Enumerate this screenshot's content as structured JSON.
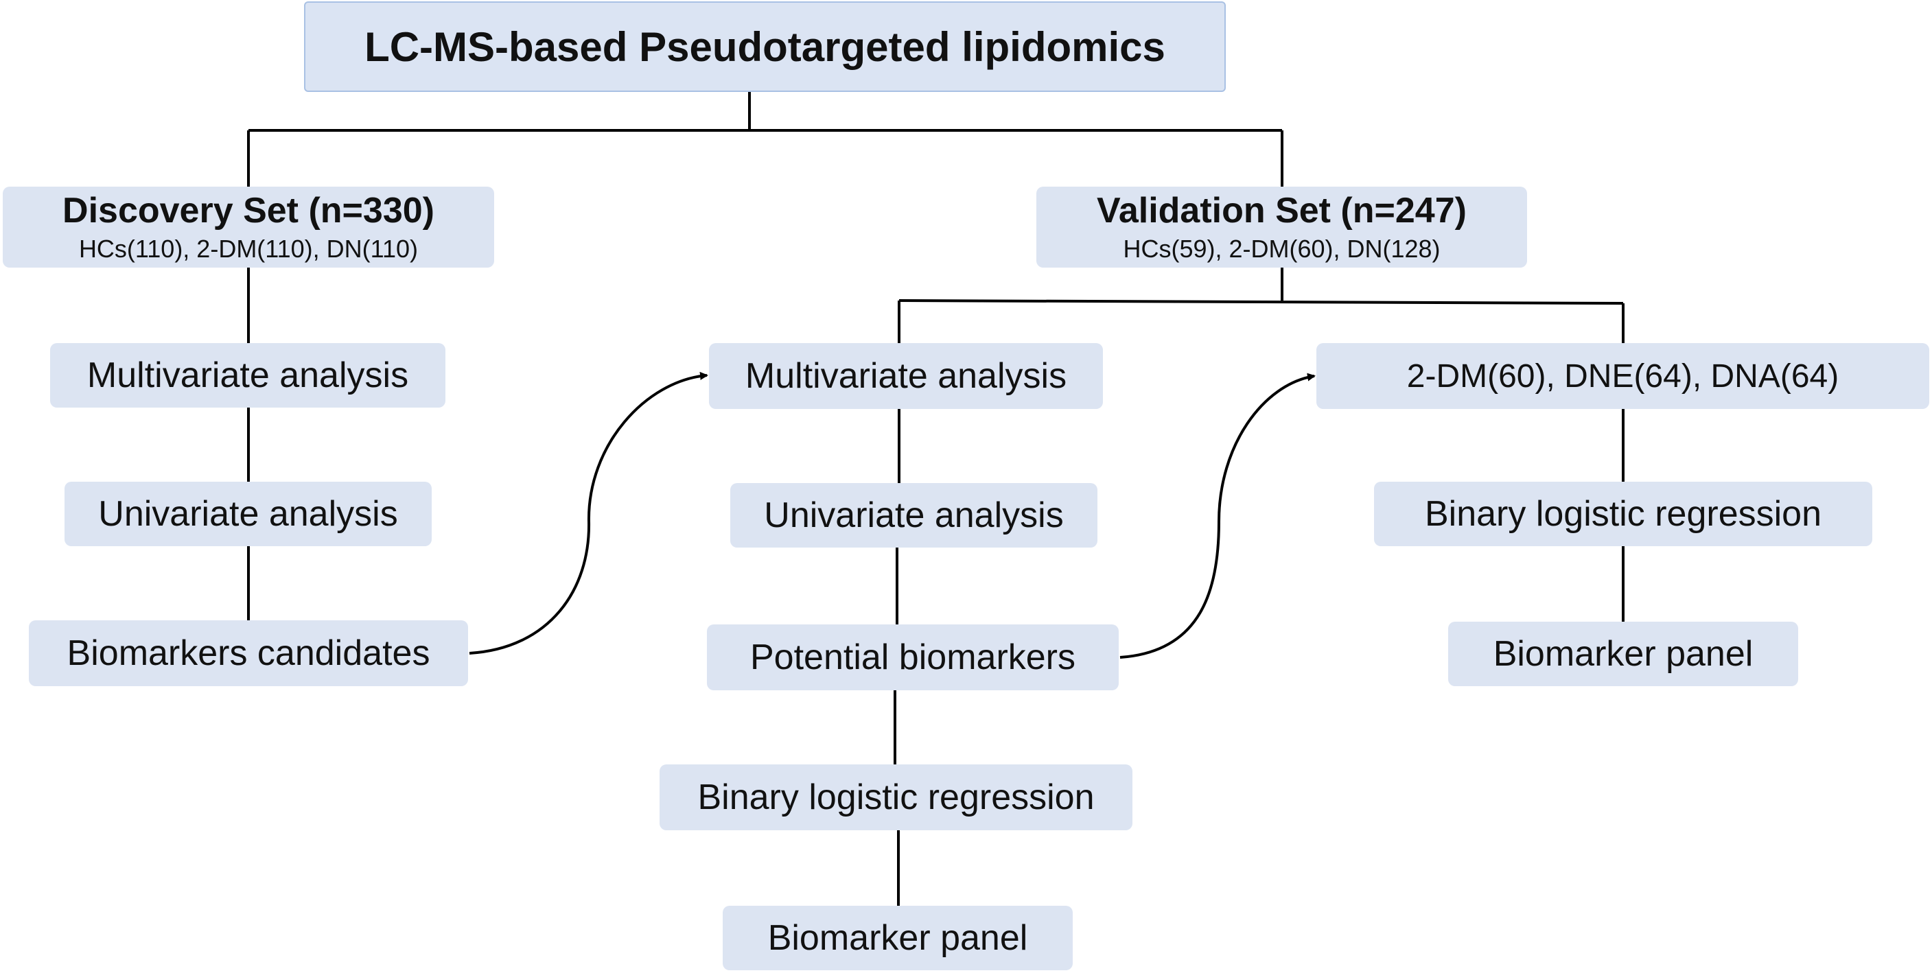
{
  "title": "LC-MS-based Pseudotargeted lipidomics",
  "discovery": {
    "name": "Discovery Set (n=330)",
    "groups": "HCs(110), 2-DM(110), DN(110)",
    "steps": [
      "Multivariate analysis",
      "Univariate analysis",
      "Biomarkers candidates"
    ]
  },
  "validation": {
    "name": "Validation Set (n=247)",
    "groups": "HCs(59), 2-DM(60), DN(128)",
    "branch_a": {
      "steps": [
        "Multivariate analysis",
        "Univariate analysis",
        "Potential biomarkers",
        "Binary logistic regression",
        "Biomarker panel"
      ]
    },
    "branch_b": {
      "groups": "2-DM(60), DNE(64), DNA(64)",
      "steps": [
        "Binary logistic regression",
        "Biomarker panel"
      ]
    }
  },
  "colors": {
    "box_fill": "#dce4f2",
    "title_border": "#a9c1e4",
    "line": "#000000"
  }
}
